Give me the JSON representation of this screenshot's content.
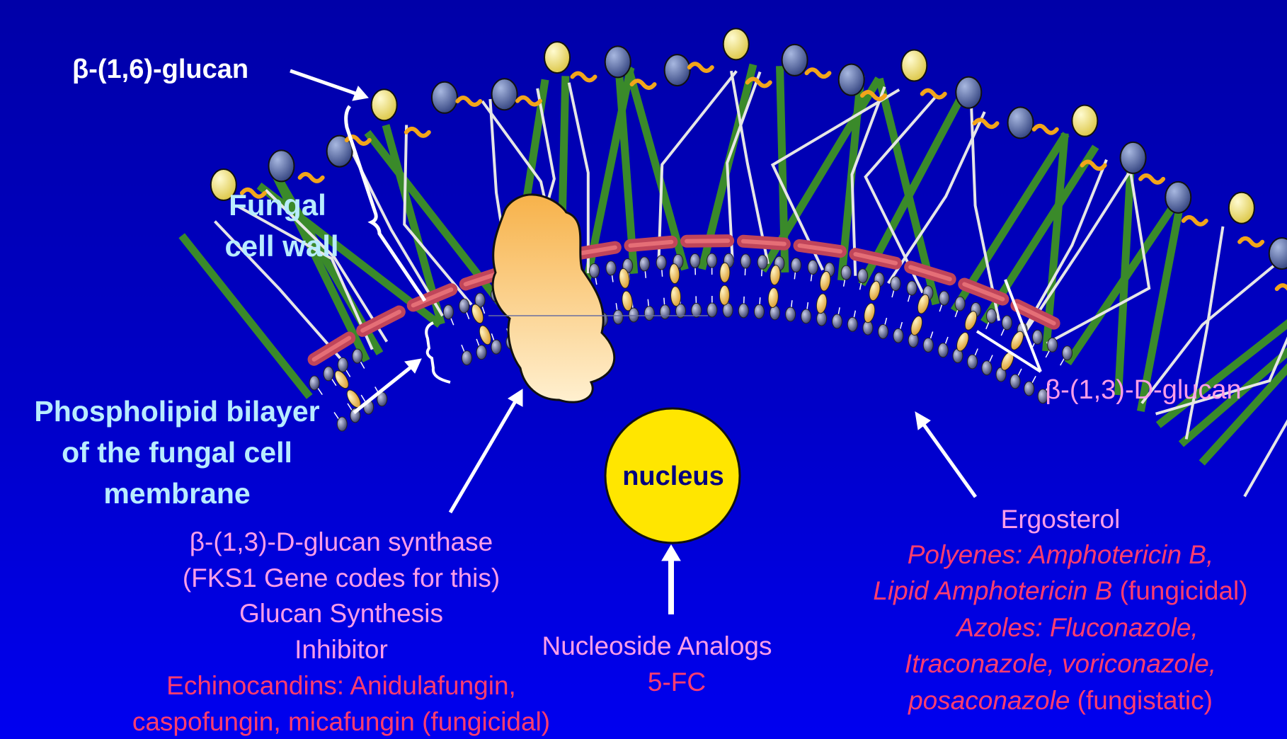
{
  "labels": {
    "beta16": "β-(1,6)-glucan",
    "fungal_wall": [
      "Fungal",
      "cell wall"
    ],
    "bilayer": [
      "Phospholipid bilayer",
      "of the fungal cell",
      "membrane"
    ],
    "beta13": "β-(1,3)-D-glucan",
    "nucleus": "nucleus"
  },
  "synthase": {
    "lines": [
      "β-(1,3)-D-glucan synthase",
      "(FKS1 Gene codes for this)",
      "Glucan Synthesis",
      "Inhibitor"
    ],
    "drugs": [
      "Echinocandins: Anidulafungin,",
      "caspofungin, micafungin (fungicidal)"
    ]
  },
  "nucleoside": {
    "title": "Nucleoside Analogs",
    "drug": "5-FC"
  },
  "ergosterol": {
    "title": "Ergosterol",
    "polyenes_1": "Polyenes: Amphotericin B,",
    "polyenes_2": "Lipid Amphotericin B",
    "polyenes_2_note": " (fungicidal)",
    "azoles_1": "Azoles: Fluconazole,",
    "azoles_2": "Itraconazole, voriconazole,",
    "azoles_3": "posaconazole",
    "azoles_3_note": " (fungistatic)"
  },
  "colors": {
    "background": "#0000c8",
    "chitin_green": "#3a8a2a",
    "glucan_white": "#e6e6e6",
    "mannoprotein_yellow": "#f2e27a",
    "mannoprotein_blue": "#5a6fa8",
    "beta16_orange": "#f2a51a",
    "membrane_protein": "#ff8a8a",
    "lipid_head": "#6a6f9a",
    "ergosterol": "#f5c96a",
    "synthase": "#f7c76a",
    "nucleus": "#ffe600"
  }
}
